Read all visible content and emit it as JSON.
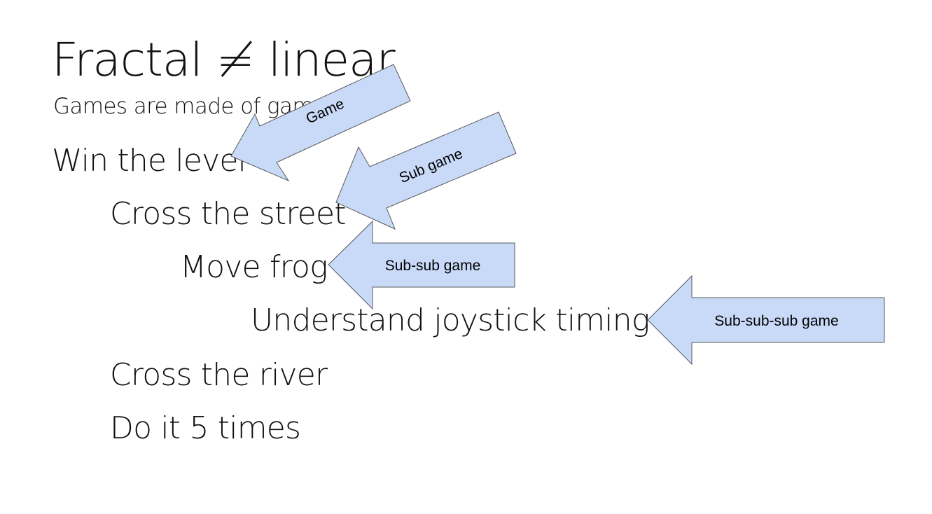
{
  "slide": {
    "title": "Fractal ≠ linear",
    "subtitle": "Games are made of games",
    "bullets": [
      "Win the level",
      "Cross the street",
      "Move frog",
      "Understand joystick timing",
      "Cross the river",
      "Do it 5 times"
    ],
    "arrows": [
      "Game",
      "Sub game",
      "Sub-sub game",
      "Sub-sub-sub game"
    ]
  },
  "colors": {
    "arrow_fill": "#c9daf8",
    "arrow_stroke": "#595959",
    "text": "#111111"
  }
}
